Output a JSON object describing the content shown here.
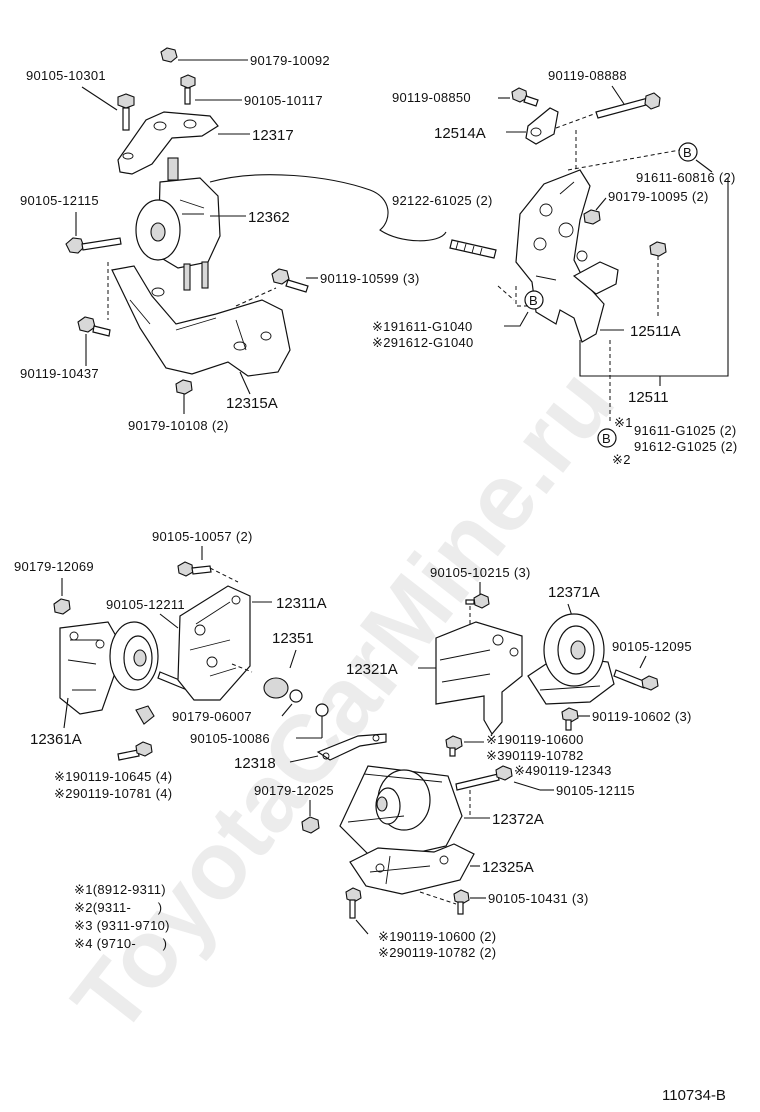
{
  "watermark": "ToyotaCarMine.ru",
  "figure_code": "110734-B",
  "callout_b": "B",
  "labels": {
    "p90179_10092": "90179-10092",
    "p90105_10301": "90105-10301",
    "p90105_10117": "90105-10117",
    "p12317": "12317",
    "p90105_12115a": "90105-12115",
    "p12362": "12362",
    "p90119_10599": "90119-10599 (3)",
    "p90119_10437": "90119-10437",
    "p12315A": "12315A",
    "p90179_10108": "90179-10108 (2)",
    "p90119_08888": "90119-08888",
    "p90119_08850": "90119-08850",
    "p12514A": "12514A",
    "p91611_60816": "91611-60816 (2)",
    "p90179_10095": "90179-10095 (2)",
    "p92122_61025": "92122-61025 (2)",
    "p191611": "※191611-G1040",
    "p291612": "※291612-G1040",
    "p12511A": "12511A",
    "p12511": "12511",
    "mark1": "※1",
    "p91611_G1025": "91611-G1025 (2)",
    "p91612_G1025": "91612-G1025 (2)",
    "mark2": "※2",
    "p90105_10057": "90105-10057 (2)",
    "p90179_12069": "90179-12069",
    "p90105_12211": "90105-12211",
    "p12311A": "12311A",
    "p12351": "12351",
    "p90179_06007": "90179-06007",
    "p90105_10086": "90105-10086",
    "p12361A": "12361A",
    "p12318": "12318",
    "p190119_10645": "※190119-10645 (4)",
    "p290119_10781": "※290119-10781 (4)",
    "p90179_12025": "90179-12025",
    "p90105_10215": "90105-10215 (3)",
    "p12371A": "12371A",
    "p12321A": "12321A",
    "p90105_12095": "90105-12095",
    "p90119_10602": "90119-10602 (3)",
    "p190119_10600a": "※190119-10600",
    "p390119_10782": "※390119-10782",
    "p490119_12343": "※490119-12343",
    "p90105_12115b": "90105-12115",
    "p12372A": "12372A",
    "p12325A": "12325A",
    "p90105_10431": "90105-10431 (3)",
    "p190119_10600b": "※190119-10600 (2)",
    "p290119_10782": "※290119-10782 (2)"
  },
  "legend": [
    "※1(8912-9311)",
    "※2(9311-　　)",
    "※3 (9311-9710)",
    "※4 (9710-　　)"
  ]
}
